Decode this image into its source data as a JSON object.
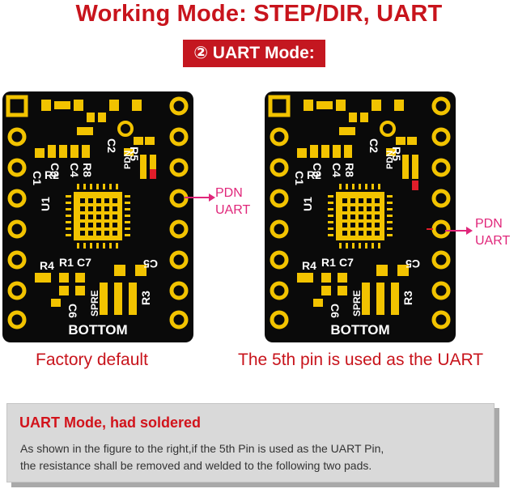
{
  "header": {
    "title": "Working Mode: STEP/DIR, UART",
    "subtitle": "② UART Mode:"
  },
  "colors": {
    "title_red": "#c8141c",
    "board_black": "#0a0a0a",
    "pad_gold": "#f2c300",
    "callout_pink": "#e0267a",
    "marker_red": "#e11d2a",
    "note_gray": "#d9d9d9"
  },
  "boards": {
    "left": {
      "caption": "Factory default",
      "silkscreen": {
        "c1": "C1",
        "c3": "C3",
        "c4": "C4",
        "r8": "R8",
        "r5": "R5",
        "c2": "C2",
        "r2": "R2",
        "pdn": "PDN",
        "u1": "U1",
        "r4": "R4",
        "r1": "R1",
        "c7": "C7",
        "c5": "C5",
        "c6": "C6",
        "spre": "SPRE",
        "r3": "R3",
        "bottom": "BOTTOM"
      },
      "callout_line1": "PDN",
      "callout_line2": "UART"
    },
    "right": {
      "caption": "The 5th pin is used as the UART",
      "silkscreen": {
        "c1": "C1",
        "c3": "C3",
        "c4": "C4",
        "r8": "R8",
        "r5": "R5",
        "c2": "C2",
        "r2": "R2",
        "pdn": "PDN",
        "u1": "U1",
        "r4": "R4",
        "r1": "R1",
        "c7": "C7",
        "c5": "C5",
        "c6": "C6",
        "spre": "SPRE",
        "r3": "R3",
        "bottom": "BOTTOM"
      },
      "callout_line1": "PDN",
      "callout_line2": "UART"
    }
  },
  "note": {
    "title": "UART Mode, had soldered",
    "line1": "As shown in the figure to the right,if the 5th Pin is used as the UART Pin,",
    "line2": "the resistance shall be removed and welded to the following two pads."
  }
}
